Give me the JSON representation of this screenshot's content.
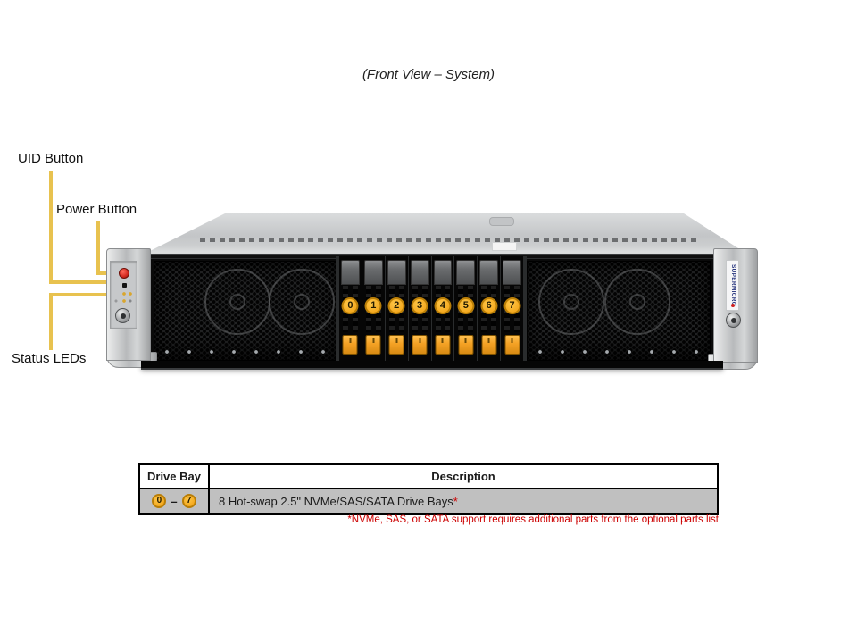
{
  "page": {
    "title": "(Front View – System)"
  },
  "callouts": {
    "uid_label": "UID Button",
    "power_label": "Power Button",
    "status_label": "Status LEDs"
  },
  "server": {
    "bay_numbers": [
      "0",
      "1",
      "2",
      "3",
      "4",
      "5",
      "6",
      "7"
    ],
    "brand": "SUPERMICRO"
  },
  "table": {
    "col1_header": "Drive Bay",
    "col2_header": "Description",
    "row": {
      "bay_from": "0",
      "bay_dash": "–",
      "bay_to": "7",
      "description": "8 Hot-swap 2.5\" NVMe/SAS/SATA Drive Bays",
      "asterisk": "*"
    }
  },
  "footnote": "*NVMe, SAS, or SATA support requires additional parts from the optional parts list",
  "colors": {
    "callout_line": "#E8C24F",
    "badge_fill": "#F4A91F",
    "badge_border": "#B97E07",
    "latch_fill": "#F4A124",
    "table_row_bg": "#C0C0C0",
    "footnote_red": "#CC0000",
    "power_button_red": "#D2281E",
    "brand_blue": "#27357E"
  }
}
